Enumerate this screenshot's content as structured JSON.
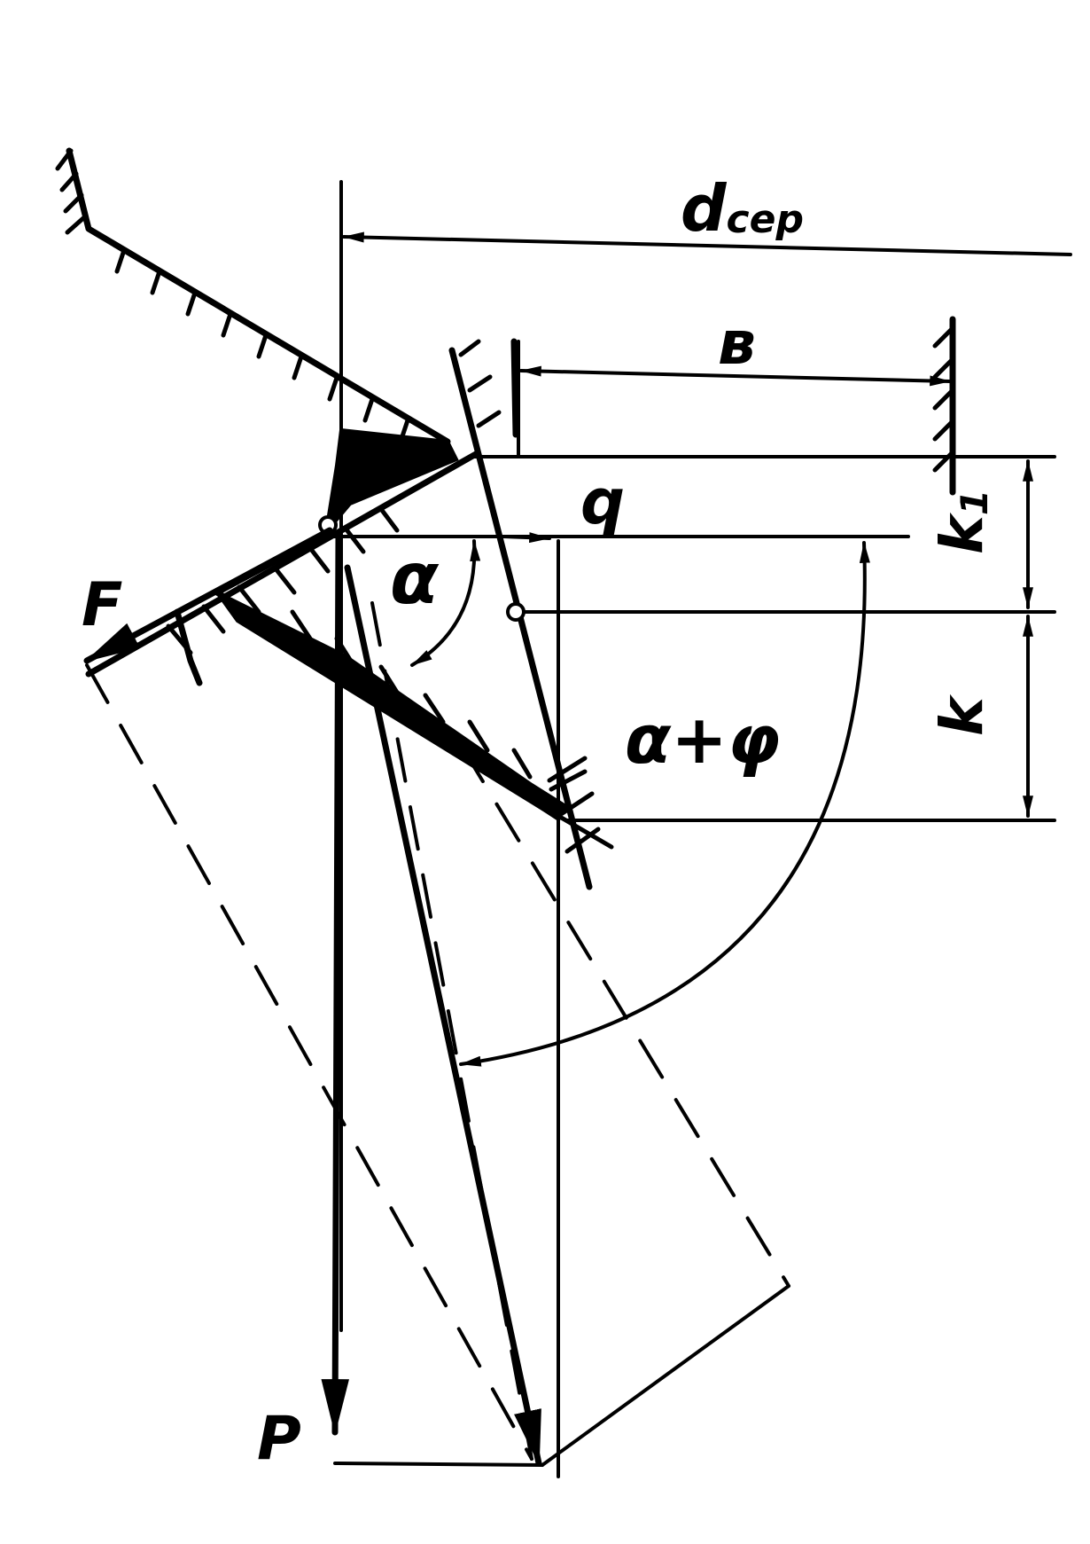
{
  "labels": {
    "d_main": "d",
    "d_sub": "сер",
    "b": "в",
    "q": "q",
    "alpha": "α",
    "alpha_phi": "α+φ",
    "F": "F",
    "P": "P",
    "k1_main": "k",
    "k1_sub": "1",
    "k": "k"
  },
  "colors": {
    "ink": "#000000",
    "paper": "#ffffff"
  }
}
